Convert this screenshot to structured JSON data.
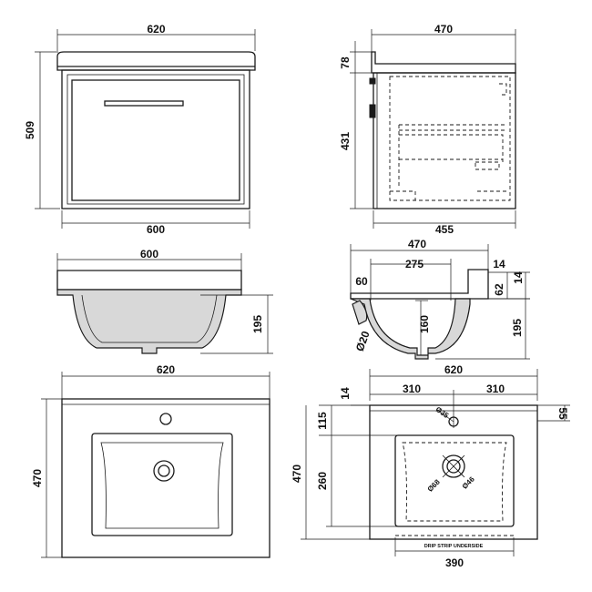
{
  "front_view": {
    "top_width": "620",
    "height": "509",
    "bottom_width": "600"
  },
  "side_view": {
    "top_depth": "470",
    "top_thickness": "78",
    "cabinet_height": "431",
    "cabinet_depth": "455"
  },
  "basin_front_section": {
    "width": "600",
    "bowl_depth": "195"
  },
  "basin_side_section": {
    "depth": "470",
    "inner_width": "275",
    "edge_offset": "60",
    "lip": "14",
    "rear_lip": "14",
    "rear_drop": "62",
    "bowl_depth": "195",
    "waste_height": "160",
    "waste_dia": "Ø20"
  },
  "plan_front": {
    "width": "620",
    "depth": "470"
  },
  "plan_detail": {
    "width": "620",
    "half_left": "310",
    "half_right": "310",
    "front_edge": "14",
    "tap_offset": "115",
    "tap_hole": "Ø35",
    "side_offset": "55",
    "depth": "470",
    "bowl_length": "260",
    "bowl_width": "390",
    "waste_outer": "Ø68",
    "waste_inner": "Ø46",
    "note": "DRIP STRIP UNDERSIDE"
  }
}
